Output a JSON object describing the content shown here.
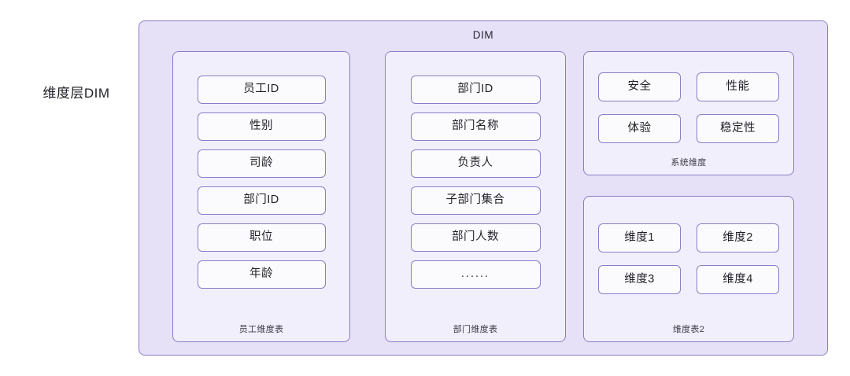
{
  "layer_label": "维度层DIM",
  "container": {
    "title": "DIM",
    "bg_color": "#e7e1f7",
    "border_color": "#8b7cc8"
  },
  "panels": [
    {
      "id": "employee-dimension-table",
      "caption": "员工维度表",
      "layout": "stack",
      "items": [
        "员工ID",
        "性别",
        "司龄",
        "部门ID",
        "职位",
        "年龄"
      ]
    },
    {
      "id": "department-dimension-table",
      "caption": "部门维度表",
      "layout": "stack",
      "items": [
        "部门ID",
        "部门名称",
        "负责人",
        "子部门集合",
        "部门人数",
        "......"
      ]
    },
    {
      "id": "system-dimension",
      "caption": "系统维度",
      "layout": "grid",
      "items": [
        "安全",
        "性能",
        "体验",
        "稳定性"
      ]
    },
    {
      "id": "dimension-table-2",
      "caption": "维度表2",
      "layout": "grid",
      "items": [
        "维度1",
        "维度2",
        "维度3",
        "维度4"
      ]
    }
  ],
  "colors": {
    "panel_bg": "#f1effb",
    "pill_bg": "#fbfbfd",
    "accent": "#8b7cc8",
    "text": "#1f1f27",
    "caption_text": "#3b3a45"
  }
}
